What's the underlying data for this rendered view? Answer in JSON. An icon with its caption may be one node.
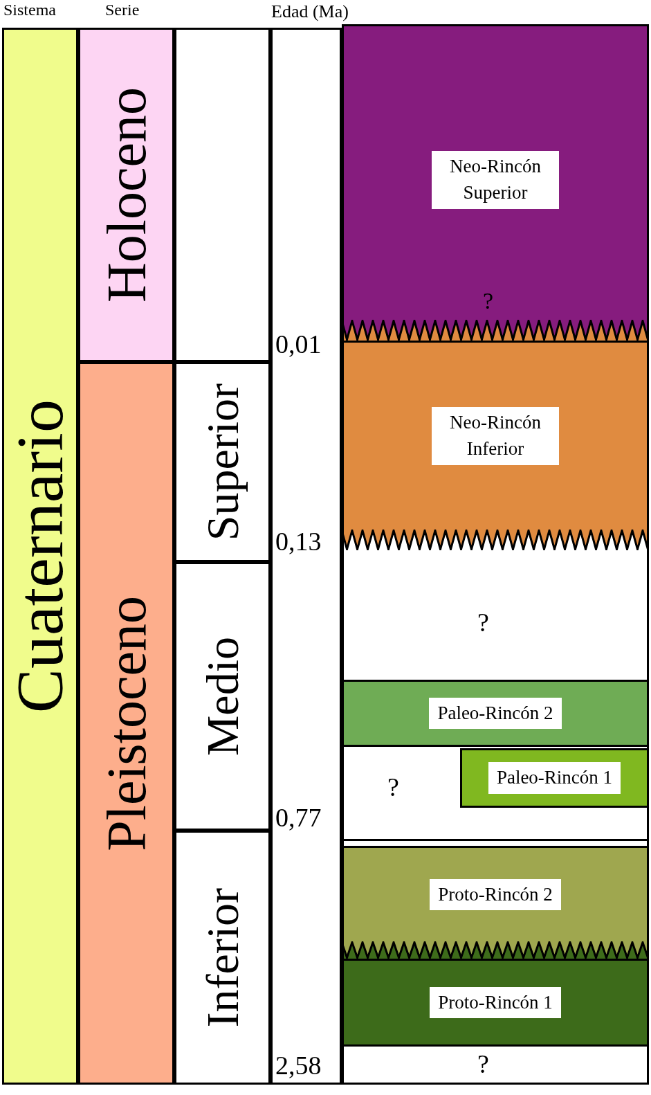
{
  "diagram": {
    "nodes": [
      {
        "text": [
          "Cuaternario"
        ]
      },
      {
        "text": [
          "Holoceno"
        ]
      },
      {
        "text": [
          "Pleistoceno"
        ]
      },
      {
        "text": [],
        "shape": "box"
      },
      {
        "text": [
          "Superior"
        ]
      },
      {
        "text": [
          "Medio"
        ]
      },
      {
        "text": [
          "Inferior"
        ]
      },
      {
        "text": [],
        "shape": "box"
      },
      {
        "text": [
          "Neo-Rincón Superior"
        ]
      },
      {
        "text": [
          "Neo-Rincón Inferior"
        ]
      },
      {
        "text": [
          "Paleo-Rincón 2"
        ]
      },
      {
        "text": [
          "Paleo-Rincón 1"
        ]
      },
      {
        "text": [
          "Proto-Rincón 2"
        ]
      },
      {
        "text": [
          "Proto-Rincón 1"
        ]
      }
    ],
    "labels": [
      "Sistema",
      "Serie",
      "Edad (Ma)",
      "?",
      "0,01",
      "0,13",
      "?",
      "?",
      "0,77",
      "2,58",
      "?"
    ]
  }
}
